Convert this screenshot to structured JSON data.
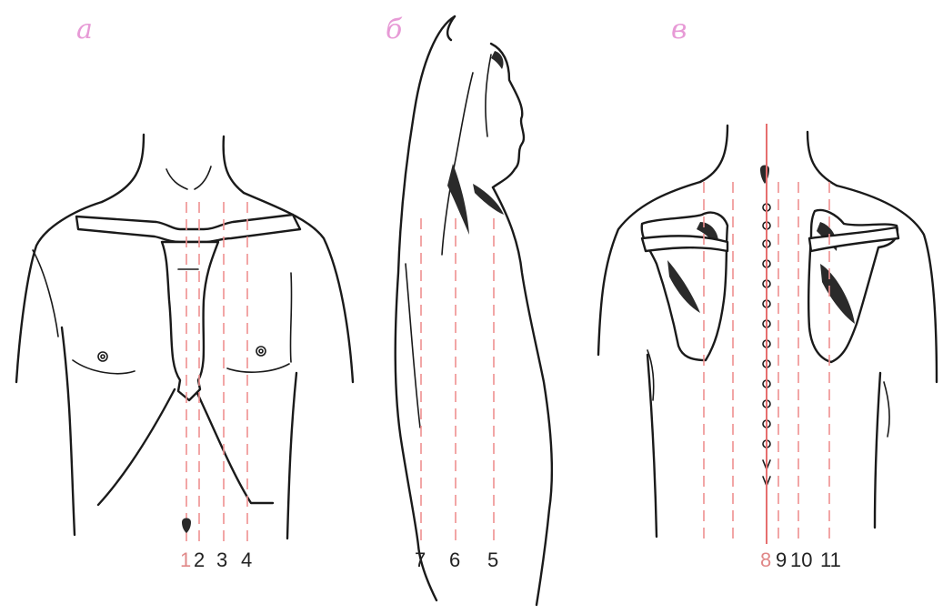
{
  "panels": [
    {
      "letter": "а",
      "lines": [
        "1",
        "2",
        "3",
        "4"
      ]
    },
    {
      "letter": "б",
      "lines": [
        "7",
        "6",
        "5"
      ]
    },
    {
      "letter": "в",
      "lines": [
        "8",
        "9",
        "10",
        "11"
      ]
    }
  ],
  "colors": {
    "panel_letter": "#e79ad6",
    "guide_line": "#ee9090",
    "midline_label": "#e08888",
    "ink": "#1a1a1a"
  }
}
